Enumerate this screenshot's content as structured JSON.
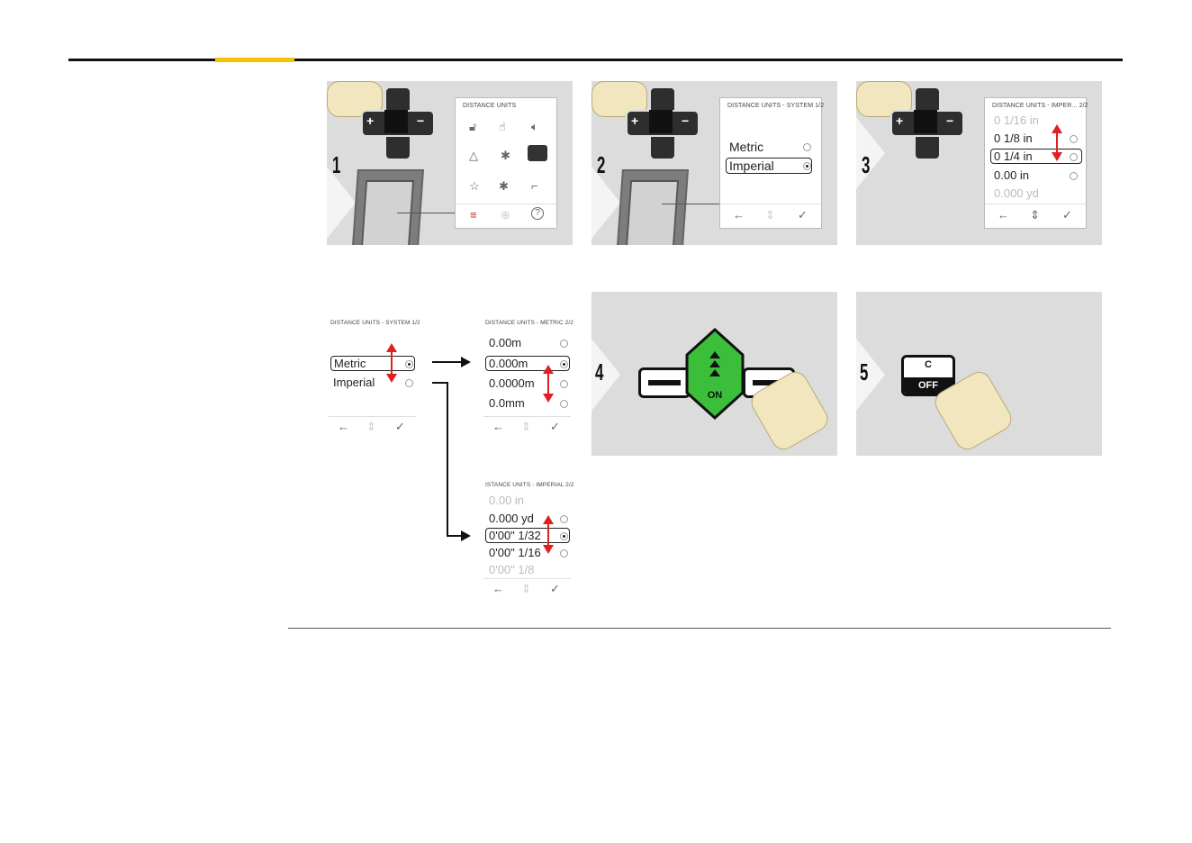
{
  "steps": {
    "s1": {
      "num": "1",
      "title": "DISTANCE UNITS"
    },
    "s2": {
      "num": "2",
      "title": "DISTANCE UNITS - SYSTEM 1/2",
      "options": [
        "Metric",
        "Imperial"
      ]
    },
    "s3": {
      "num": "3",
      "title": "DISTANCE UNITS - IMPER... 2/2",
      "options": [
        "0 1/16 in",
        "0 1/8 in",
        "0 1/4 in",
        "0.00 in",
        "0.000 yd"
      ]
    },
    "s4": {
      "num": "4",
      "on_label": "ON"
    },
    "s5": {
      "num": "5",
      "c_label": "C",
      "off_label": "OFF"
    }
  },
  "keypad": {
    "plus": "+",
    "minus": "−"
  },
  "diagram": {
    "system": {
      "title": "DISTANCE UNITS - SYSTEM 1/2",
      "options": [
        "Metric",
        "Imperial"
      ]
    },
    "metric": {
      "title": "DISTANCE UNITS - METRIC 2/2",
      "options": [
        "0.00m",
        "0.000m",
        "0.0000m",
        "0.0mm"
      ]
    },
    "imperial": {
      "title": "ISTANCE UNITS - IMPERIAL 2/2",
      "options": [
        "0.00 in",
        "0.000 yd",
        "0'00\" 1/32",
        "0'00\" 1/16",
        "0'00\" 1/8"
      ]
    }
  },
  "icons": {
    "back": "←",
    "updown": "⇕",
    "check": "✓",
    "menu": "≡",
    "help": "?"
  }
}
